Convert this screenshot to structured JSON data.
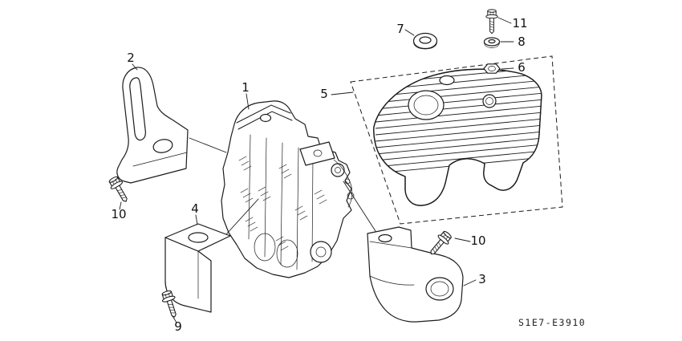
{
  "diagram": {
    "code": "S1E7-E3910",
    "callouts": {
      "c1": "1",
      "c2": "2",
      "c3": "3",
      "c4": "4",
      "c5": "5",
      "c6": "6",
      "c7": "7",
      "c8": "8",
      "c9": "9",
      "c10a": "10",
      "c10b": "10",
      "c11": "11"
    },
    "colors": {
      "background": "#ffffff",
      "line": "#1c1c1c",
      "text": "#111111"
    }
  }
}
